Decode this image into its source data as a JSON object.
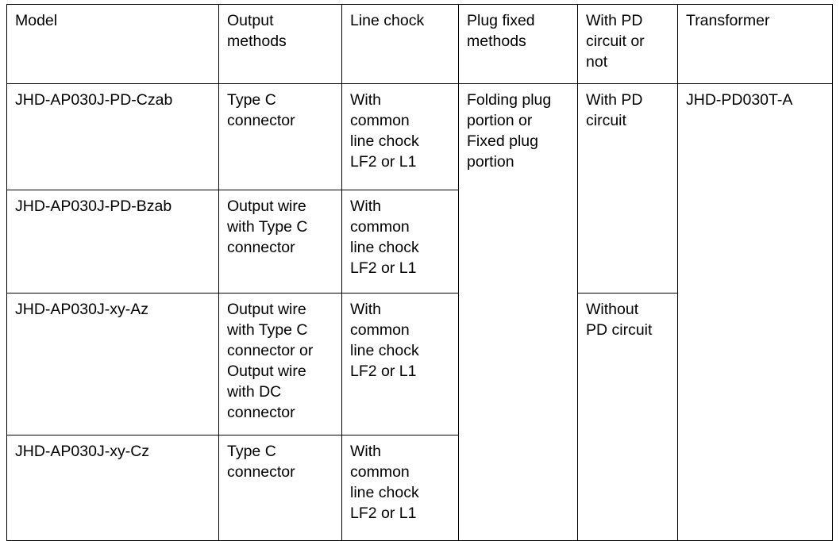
{
  "table": {
    "columns": [
      {
        "key": "model",
        "label": "Model"
      },
      {
        "key": "output_methods",
        "label": "Output\nmethods"
      },
      {
        "key": "line_chock",
        "label": "Line chock"
      },
      {
        "key": "plug_fixed_methods",
        "label": "Plug fixed\nmethods"
      },
      {
        "key": "pd_circuit",
        "label": "With PD\ncircuit or\nnot"
      },
      {
        "key": "transformer",
        "label": "Transformer"
      }
    ],
    "rows": [
      {
        "model": "JHD-AP030J-PD-Czab",
        "output_methods": "Type C\nconnector",
        "line_chock": "With\ncommon\nline chock\nLF2 or L1"
      },
      {
        "model": "JHD-AP030J-PD-Bzab",
        "output_methods": "Output wire\nwith Type C\nconnector",
        "line_chock": "With\ncommon\nline chock\nLF2 or L1"
      },
      {
        "model": "JHD-AP030J-xy-Az",
        "output_methods": "Output wire\nwith Type C\nconnector or\nOutput wire\nwith DC\nconnector",
        "line_chock": "With\ncommon\nline chock\nLF2 or L1"
      },
      {
        "model": "JHD-AP030J-xy-Cz",
        "output_methods": "Type C\nconnector",
        "line_chock": "With\ncommon\nline chock\nLF2 or L1"
      }
    ],
    "merged": {
      "plug_fixed_methods_all_rows": "Folding plug\nportion or\nFixed plug\nportion",
      "pd_circuit_rows_1_2": "With PD\ncircuit",
      "pd_circuit_rows_3_4": "Without\nPD circuit",
      "transformer_all_rows": "JHD-PD030T-A"
    }
  },
  "style": {
    "border_color": "#000000",
    "text_color": "#000000",
    "background_color": "#ffffff"
  }
}
